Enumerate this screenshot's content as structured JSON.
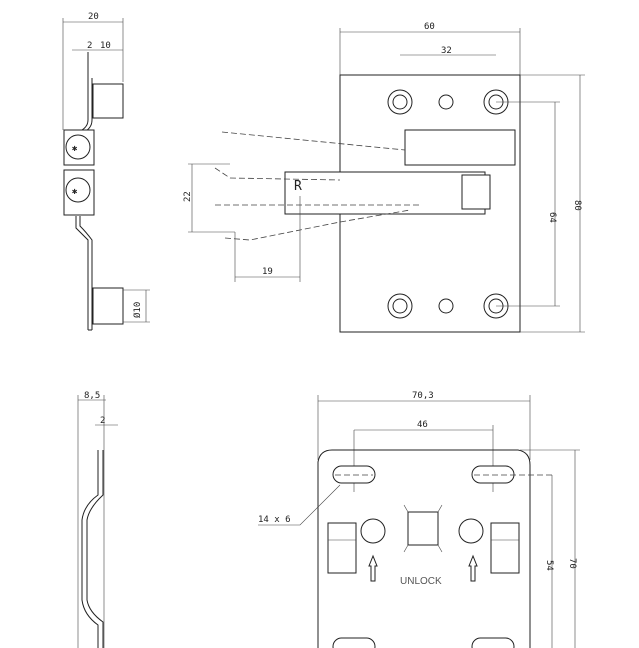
{
  "side_view_top": {
    "dim_width": "20",
    "dim_thickness": "2",
    "dim_depth": "10",
    "dim_diameter": "Ø10"
  },
  "front_view_top": {
    "dim_width": "60",
    "dim_hole_spacing": "32",
    "dim_hole_vertical": "64",
    "dim_height": "80",
    "dim_swing": "22",
    "dim_offset": "19",
    "mark": "R"
  },
  "side_view_bottom": {
    "dim_thickness_total": "8,5",
    "dim_thickness": "2"
  },
  "front_view_bottom": {
    "dim_width": "70,3",
    "dim_slot_spacing": "46",
    "slot_size": "14 x 6",
    "dim_slot_vertical": "54",
    "dim_height": "70",
    "label": "UNLOCK"
  }
}
